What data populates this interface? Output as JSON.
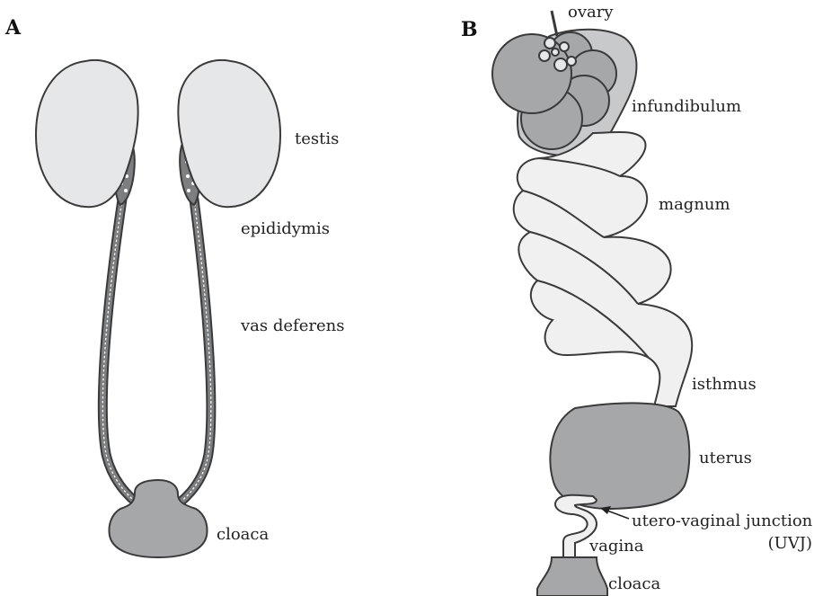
{
  "panels": {
    "a": {
      "letter": "A",
      "labels": {
        "testis": "testis",
        "epididymis": "epididymis",
        "vas_deferens": "vas deferens",
        "cloaca": "cloaca"
      }
    },
    "b": {
      "letter": "B",
      "labels": {
        "ovary": "ovary",
        "infundibulum": "infundibulum",
        "magnum": "magnum",
        "isthmus": "isthmus",
        "uterus": "uterus",
        "uvj": "utero-vaginal junction",
        "uvj_abbr": "(UVJ)",
        "vagina": "vagina",
        "cloaca": "cloaca"
      }
    }
  },
  "colors": {
    "light_fill": "#e6e7e8",
    "pale_fill": "#f0f0f0",
    "dark_fill": "#a6a7a9",
    "stroke": "#3a3a3a"
  }
}
